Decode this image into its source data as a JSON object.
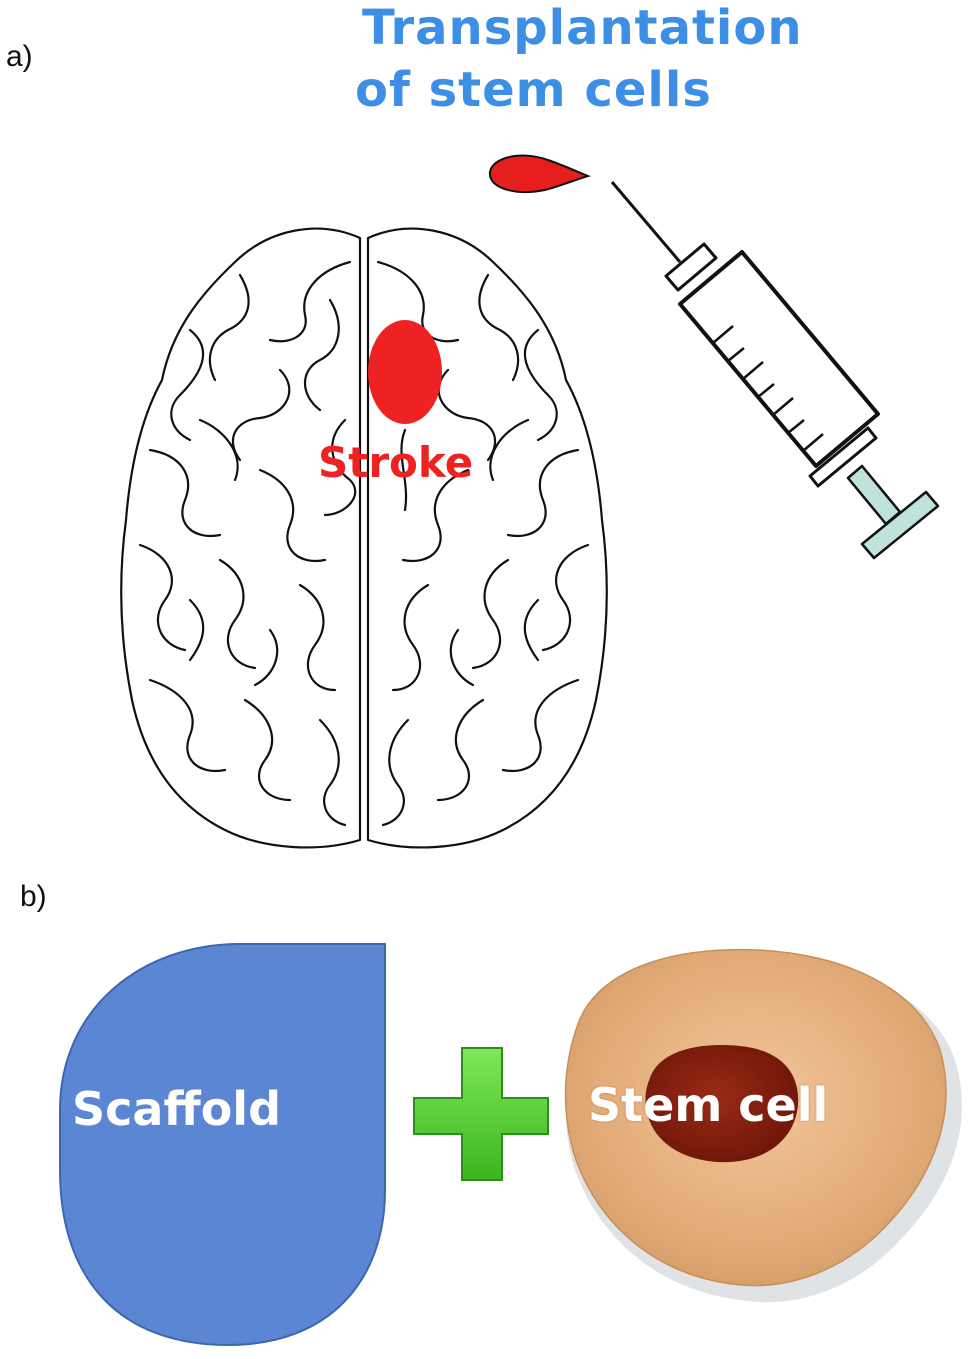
{
  "panels": {
    "a_label": "a)",
    "b_label": "b)"
  },
  "title": {
    "line1": "Transplantation",
    "line2": "of stem cells"
  },
  "labels": {
    "stroke": "Stroke",
    "scaffold": "Scaffold",
    "stem_cell": "Stem cell"
  },
  "colors": {
    "title": "#3d8fe6",
    "stroke": "#ee2222",
    "scaffold": "#5b86d3",
    "plus": "#58d23a",
    "cell_outer": "#e2ab78",
    "cell_nucleus": "#8a1f10",
    "syringe_plunger": "#bfe3dc",
    "overlay_text": "#ffffff"
  }
}
